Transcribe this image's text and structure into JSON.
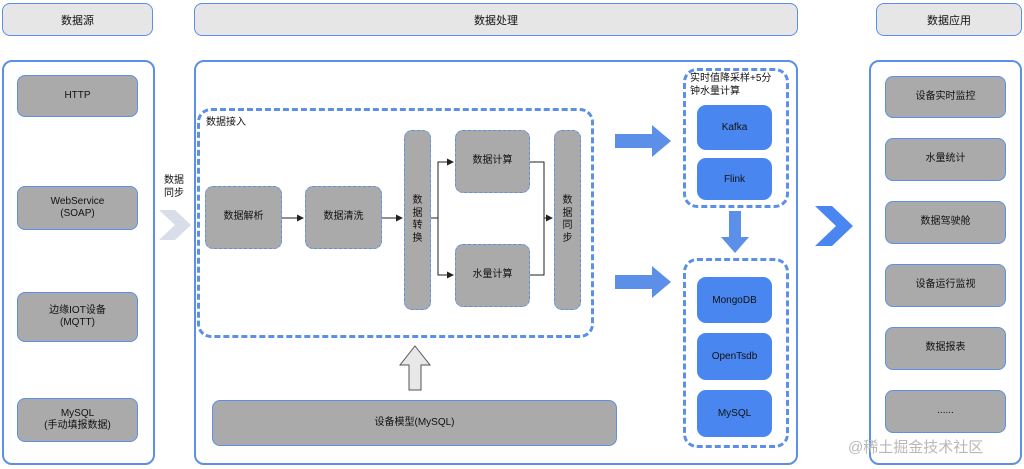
{
  "headers": {
    "sources": "数据源",
    "processing": "数据处理",
    "applications": "数据应用"
  },
  "sources": [
    "HTTP",
    "WebService\n(SOAP)",
    "边缘IOT设备\n(MQTT)",
    "MySQL\n(手动填报数据)"
  ],
  "sync_label": "数据\n同步",
  "ingest": {
    "title": "数据接入",
    "parse": "数据解析",
    "clean": "数据清洗",
    "convert": "数据转换",
    "calc": "数据计算",
    "water_calc": "水量计算",
    "sync": "数据同步"
  },
  "realtime": {
    "title": "实时值降采样+5分\n钟水量计算",
    "kafka": "Kafka",
    "flink": "Flink"
  },
  "storage": [
    "MongoDB",
    "OpenTsdb",
    "MySQL"
  ],
  "model": "设备模型(MySQL)",
  "applications": [
    "设备实时监控",
    "水量统计",
    "数据驾驶舱",
    "设备运行监视",
    "数据报表",
    "......"
  ],
  "watermark": "@稀土掘金技术社区",
  "colors": {
    "accent": "#5b8fe8",
    "box_gray": "#aaaaaa",
    "box_blue": "#4a86f0",
    "header_gray": "#e6e6e6"
  }
}
